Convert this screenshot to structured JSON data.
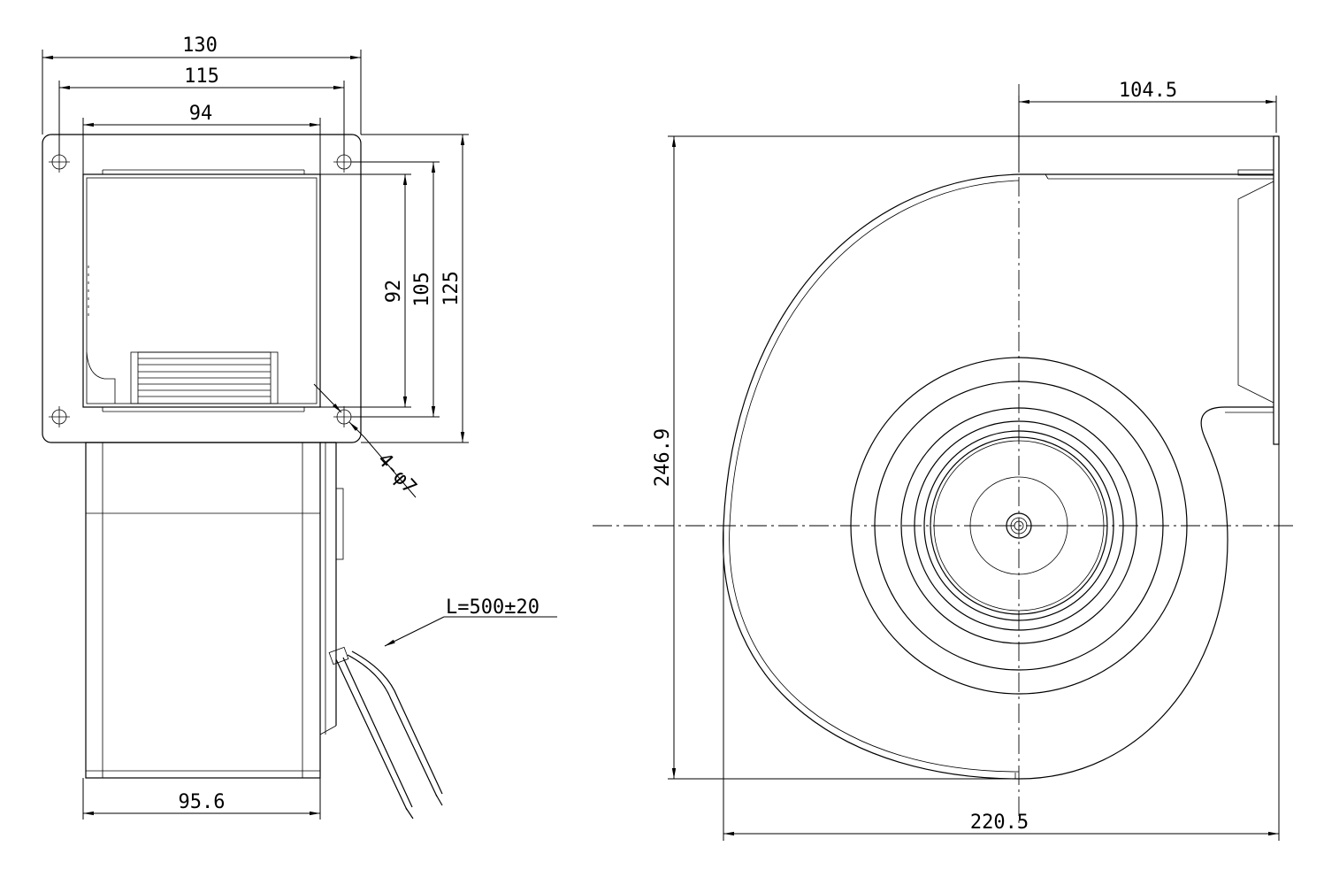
{
  "side_view": {
    "dim_width_130": "130",
    "dim_width_115": "115",
    "dim_width_94": "94",
    "dim_height_92": "92",
    "dim_height_105": "105",
    "dim_height_125": "125",
    "dim_holes": "4-φ7",
    "dim_base_width": "95.6",
    "cable_length": "L=500±20"
  },
  "front_view": {
    "dim_top_offset": "104.5",
    "dim_height": "246.9",
    "dim_width": "220.5"
  }
}
